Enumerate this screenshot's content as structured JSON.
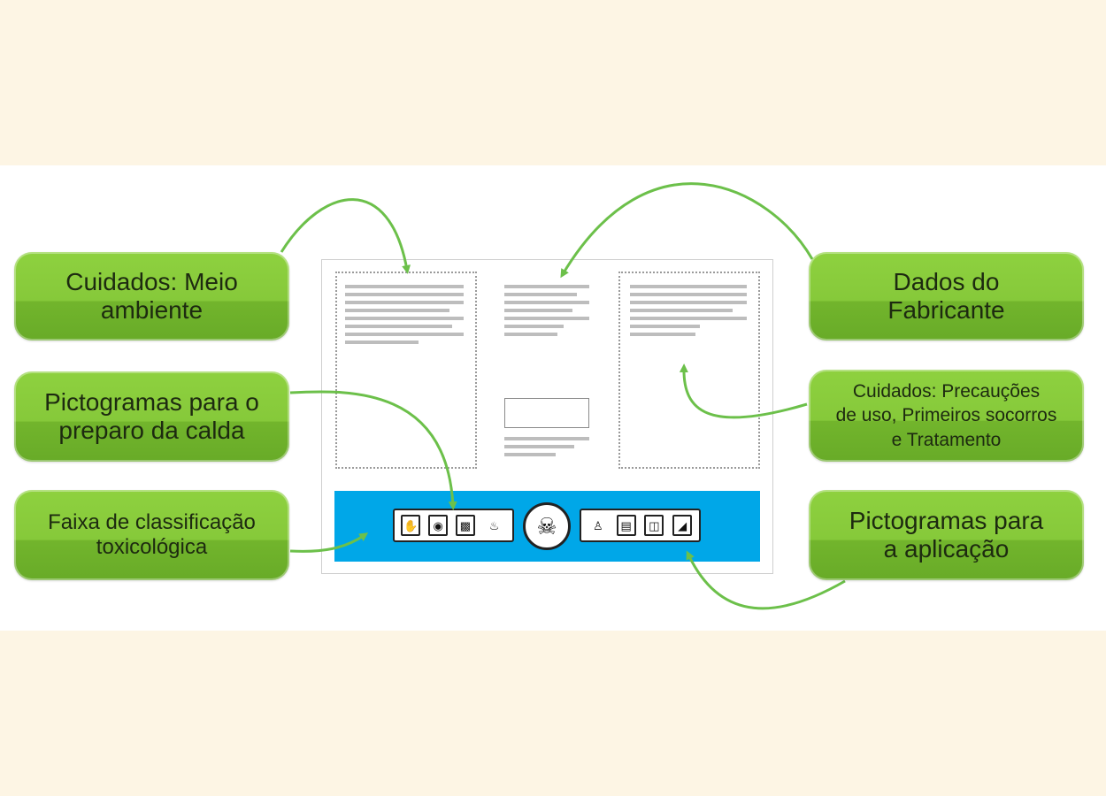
{
  "callouts": {
    "meio_ambiente": [
      "Cuidados: Meio",
      "ambiente"
    ],
    "preparo_calda": [
      "Pictogramas para o",
      "preparo da calda"
    ],
    "faixa_toxicologica": [
      "Faixa de classificação",
      "toxicológica"
    ],
    "dados_fabricante": [
      "Dados do",
      "Fabricante"
    ],
    "precaucoes": [
      "Cuidados: Precauções",
      "de uso, Primeiros socorros",
      "e Tratamento"
    ],
    "aplicacao": [
      "Pictogramas para",
      "a aplicação"
    ]
  },
  "colors": {
    "background": "#fdf5e4",
    "panel": "#ffffff",
    "callout_green": "#86c93a",
    "arrow_green": "#6cc04a",
    "toxicology_band": "#00a7e8"
  },
  "icons": {
    "preparo": [
      "glove-icon",
      "mask-icon",
      "boots-icon",
      "pour-icon"
    ],
    "center": "skull-crossbones-icon",
    "aplicacao": [
      "person-protective-icon",
      "spray-icon",
      "apron-icon",
      "wash-icon"
    ]
  }
}
